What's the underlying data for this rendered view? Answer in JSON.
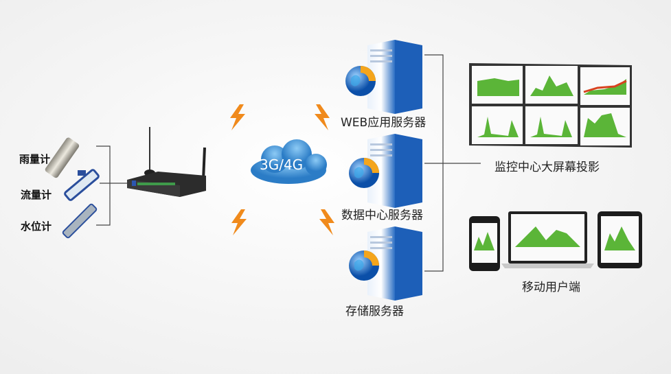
{
  "sensors": [
    {
      "label": "雨量计"
    },
    {
      "label": "流量计"
    },
    {
      "label": "水位计"
    }
  ],
  "network": {
    "label": "3G/4G"
  },
  "servers": [
    {
      "label": "WEB应用服务器"
    },
    {
      "label": "数据中心服务器"
    },
    {
      "label": "存储服务器"
    }
  ],
  "clients": {
    "monitor_wall": "监控中心大屏幕投影",
    "mobile": "移动用户端"
  },
  "colors": {
    "lightning": "#f08a1c",
    "cloud": "#3a8fd0",
    "chart_green": "#5bb538"
  }
}
